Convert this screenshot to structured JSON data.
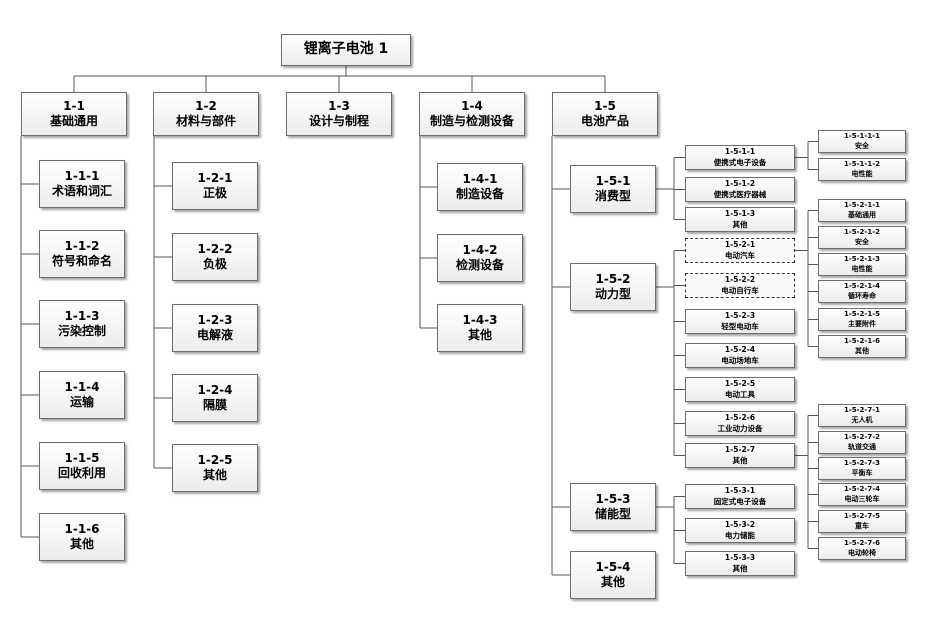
{
  "root": {
    "label": "锂离子电池 1"
  },
  "categories": [
    {
      "code": "1-1",
      "name": "基础通用",
      "children": [
        {
          "code": "1-1-1",
          "name": "术语和词汇"
        },
        {
          "code": "1-1-2",
          "name": "符号和命名"
        },
        {
          "code": "1-1-3",
          "name": "污染控制"
        },
        {
          "code": "1-1-4",
          "name": "运输"
        },
        {
          "code": "1-1-5",
          "name": "回收利用"
        },
        {
          "code": "1-1-6",
          "name": "其他"
        }
      ]
    },
    {
      "code": "1-2",
      "name": "材料与部件",
      "children": [
        {
          "code": "1-2-1",
          "name": "正极"
        },
        {
          "code": "1-2-2",
          "name": "负极"
        },
        {
          "code": "1-2-3",
          "name": "电解液"
        },
        {
          "code": "1-2-4",
          "name": "隔膜"
        },
        {
          "code": "1-2-5",
          "name": "其他"
        }
      ]
    },
    {
      "code": "1-3",
      "name": "设计与制程",
      "children": []
    },
    {
      "code": "1-4",
      "name": "制造与检测设备",
      "children": [
        {
          "code": "1-4-1",
          "name": "制造设备"
        },
        {
          "code": "1-4-2",
          "name": "检测设备"
        },
        {
          "code": "1-4-3",
          "name": "其他"
        }
      ]
    },
    {
      "code": "1-5",
      "name": "电池产品",
      "children": [
        {
          "code": "1-5-1",
          "name": "消费型",
          "children": [
            {
              "code": "1-5-1-1",
              "name": "便携式电子设备",
              "children": [
                {
                  "code": "1-5-1-1-1",
                  "name": "安全"
                },
                {
                  "code": "1-5-1-1-2",
                  "name": "电性能"
                }
              ]
            },
            {
              "code": "1-5-1-2",
              "name": "便携式医疗器械"
            },
            {
              "code": "1-5-1-3",
              "name": "其他"
            }
          ]
        },
        {
          "code": "1-5-2",
          "name": "动力型",
          "children": [
            {
              "code": "1-5-2-1",
              "name": "电动汽车",
              "children": [
                {
                  "code": "1-5-2-1-1",
                  "name": "基础通用"
                },
                {
                  "code": "1-5-2-1-2",
                  "name": "安全"
                },
                {
                  "code": "1-5-2-1-3",
                  "name": "电性能"
                },
                {
                  "code": "1-5-2-1-4",
                  "name": "循环寿命"
                },
                {
                  "code": "1-5-2-1-5",
                  "name": "主要附件"
                },
                {
                  "code": "1-5-2-1-6",
                  "name": "其他"
                }
              ]
            },
            {
              "code": "1-5-2-2",
              "name": "电动自行车"
            },
            {
              "code": "1-5-2-3",
              "name": "轻型电动车"
            },
            {
              "code": "1-5-2-4",
              "name": "电动场地车"
            },
            {
              "code": "1-5-2-5",
              "name": "电动工具"
            },
            {
              "code": "1-5-2-6",
              "name": "工业动力设备"
            },
            {
              "code": "1-5-2-7",
              "name": "其他",
              "children": [
                {
                  "code": "1-5-2-7-1",
                  "name": "无人机"
                },
                {
                  "code": "1-5-2-7-2",
                  "name": "轨道交通"
                },
                {
                  "code": "1-5-2-7-3",
                  "name": "平衡车"
                },
                {
                  "code": "1-5-2-7-4",
                  "name": "电动三轮车"
                },
                {
                  "code": "1-5-2-7-5",
                  "name": "童车"
                },
                {
                  "code": "1-5-2-7-6",
                  "name": "电动轮椅"
                }
              ]
            }
          ]
        },
        {
          "code": "1-5-3",
          "name": "储能型",
          "children": [
            {
              "code": "1-5-3-1",
              "name": "固定式电子设备"
            },
            {
              "code": "1-5-3-2",
              "name": "电力储能"
            },
            {
              "code": "1-5-3-3",
              "name": "其他"
            }
          ]
        },
        {
          "code": "1-5-4",
          "name": "其他",
          "children": []
        }
      ]
    }
  ],
  "colors": {
    "line": "#555555",
    "border": "#6d6d6d"
  }
}
